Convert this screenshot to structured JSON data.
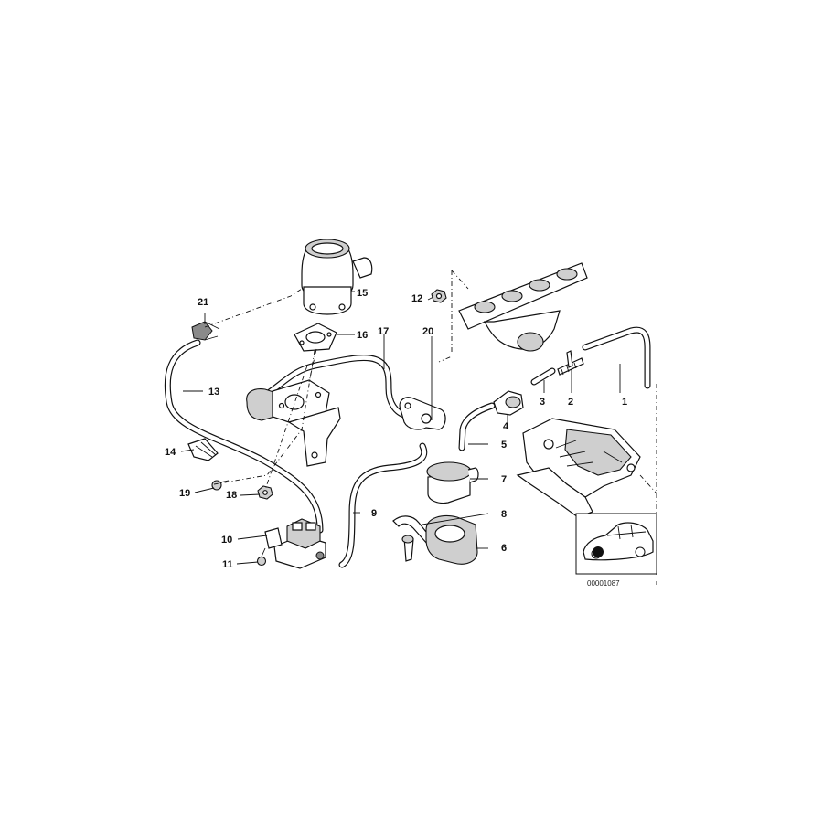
{
  "diagram": {
    "part_labels": [
      "1",
      "2",
      "3",
      "4",
      "5",
      "6",
      "7",
      "8",
      "9",
      "10",
      "11",
      "12",
      "13",
      "14",
      "15",
      "16",
      "17",
      "18",
      "19",
      "20",
      "21"
    ],
    "reference_number": "00001087"
  }
}
